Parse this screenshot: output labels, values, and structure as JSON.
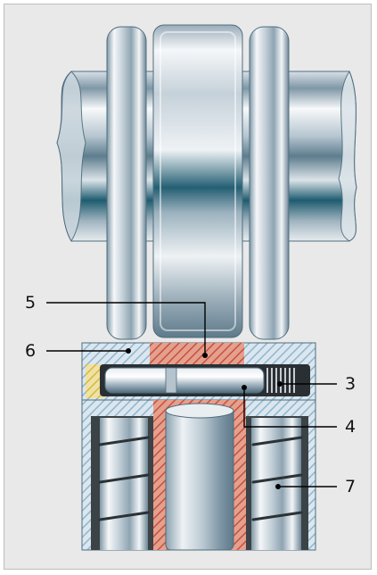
{
  "figure": {
    "callouts": [
      {
        "id": "c5",
        "label": "5"
      },
      {
        "id": "c6",
        "label": "6"
      },
      {
        "id": "c3",
        "label": "3"
      },
      {
        "id": "c4",
        "label": "4"
      },
      {
        "id": "c7",
        "label": "7"
      }
    ]
  },
  "colors": {
    "background": "#e9e9e9",
    "steel_light": "#f4f6f8",
    "steel_mid": "#a9b8c4",
    "steel_dark": "#1f5f73",
    "hatch_red": "#c9503b",
    "hatch_yellow": "#d8b93a",
    "hatch_blue": "#8fb6d0"
  }
}
